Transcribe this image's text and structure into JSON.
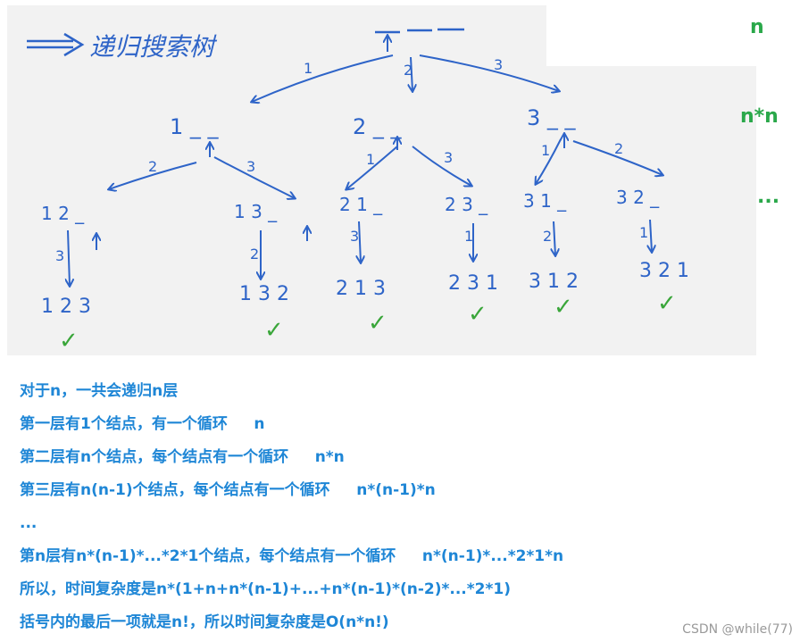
{
  "diagram": {
    "heading": "递归搜索树",
    "root_slots": [
      "_",
      "_",
      "_"
    ],
    "edge_labels_level1": [
      "1",
      "2",
      "3"
    ],
    "level1_nodes": [
      "1 _ _",
      "2 _ _",
      "3 _ _"
    ],
    "edge_labels_level2": [
      "2",
      "3",
      "1",
      "3",
      "1",
      "2"
    ],
    "level2_nodes": [
      "1 2 _",
      "1 3 _",
      "2 1 _",
      "2 3 _",
      "3 1 _",
      "3 2 _"
    ],
    "edge_labels_level3": [
      "3",
      "2",
      "3",
      "1",
      "2",
      "1"
    ],
    "leaf_nodes": [
      "1 2 3",
      "1 3 2",
      "2 1 3",
      "2 3 1",
      "3 1 2",
      "3 2 1"
    ],
    "check_mark": "✓"
  },
  "side_labels": [
    "n",
    "n*n",
    "..."
  ],
  "explanations": [
    "对于n，一共会递归n层",
    "第一层有1个结点，有一个循环     n",
    "第二层有n个结点，每个结点有一个循环     n*n",
    "第三层有n(n-1)个结点，每个结点有一个循环     n*(n-1)*n",
    "...",
    "第n层有n*(n-1)*...*2*1个结点，每个结点有一个循环     n*(n-1)*...*2*1*n",
    "所以，时间复杂度是n*(1+n+n*(n-1)+...+n*(n-1)*(n-2)*...*2*1)",
    "括号内的最后一项就是n!，所以时间复杂度是O(n*n!)"
  ],
  "watermark": "CSDN @while(77)",
  "colors": {
    "board": "#f2f2f2",
    "ink": "#2e64c8",
    "check": "#3aa63a",
    "text_blue": "#1e86d6",
    "label_green": "#2aa84a"
  }
}
